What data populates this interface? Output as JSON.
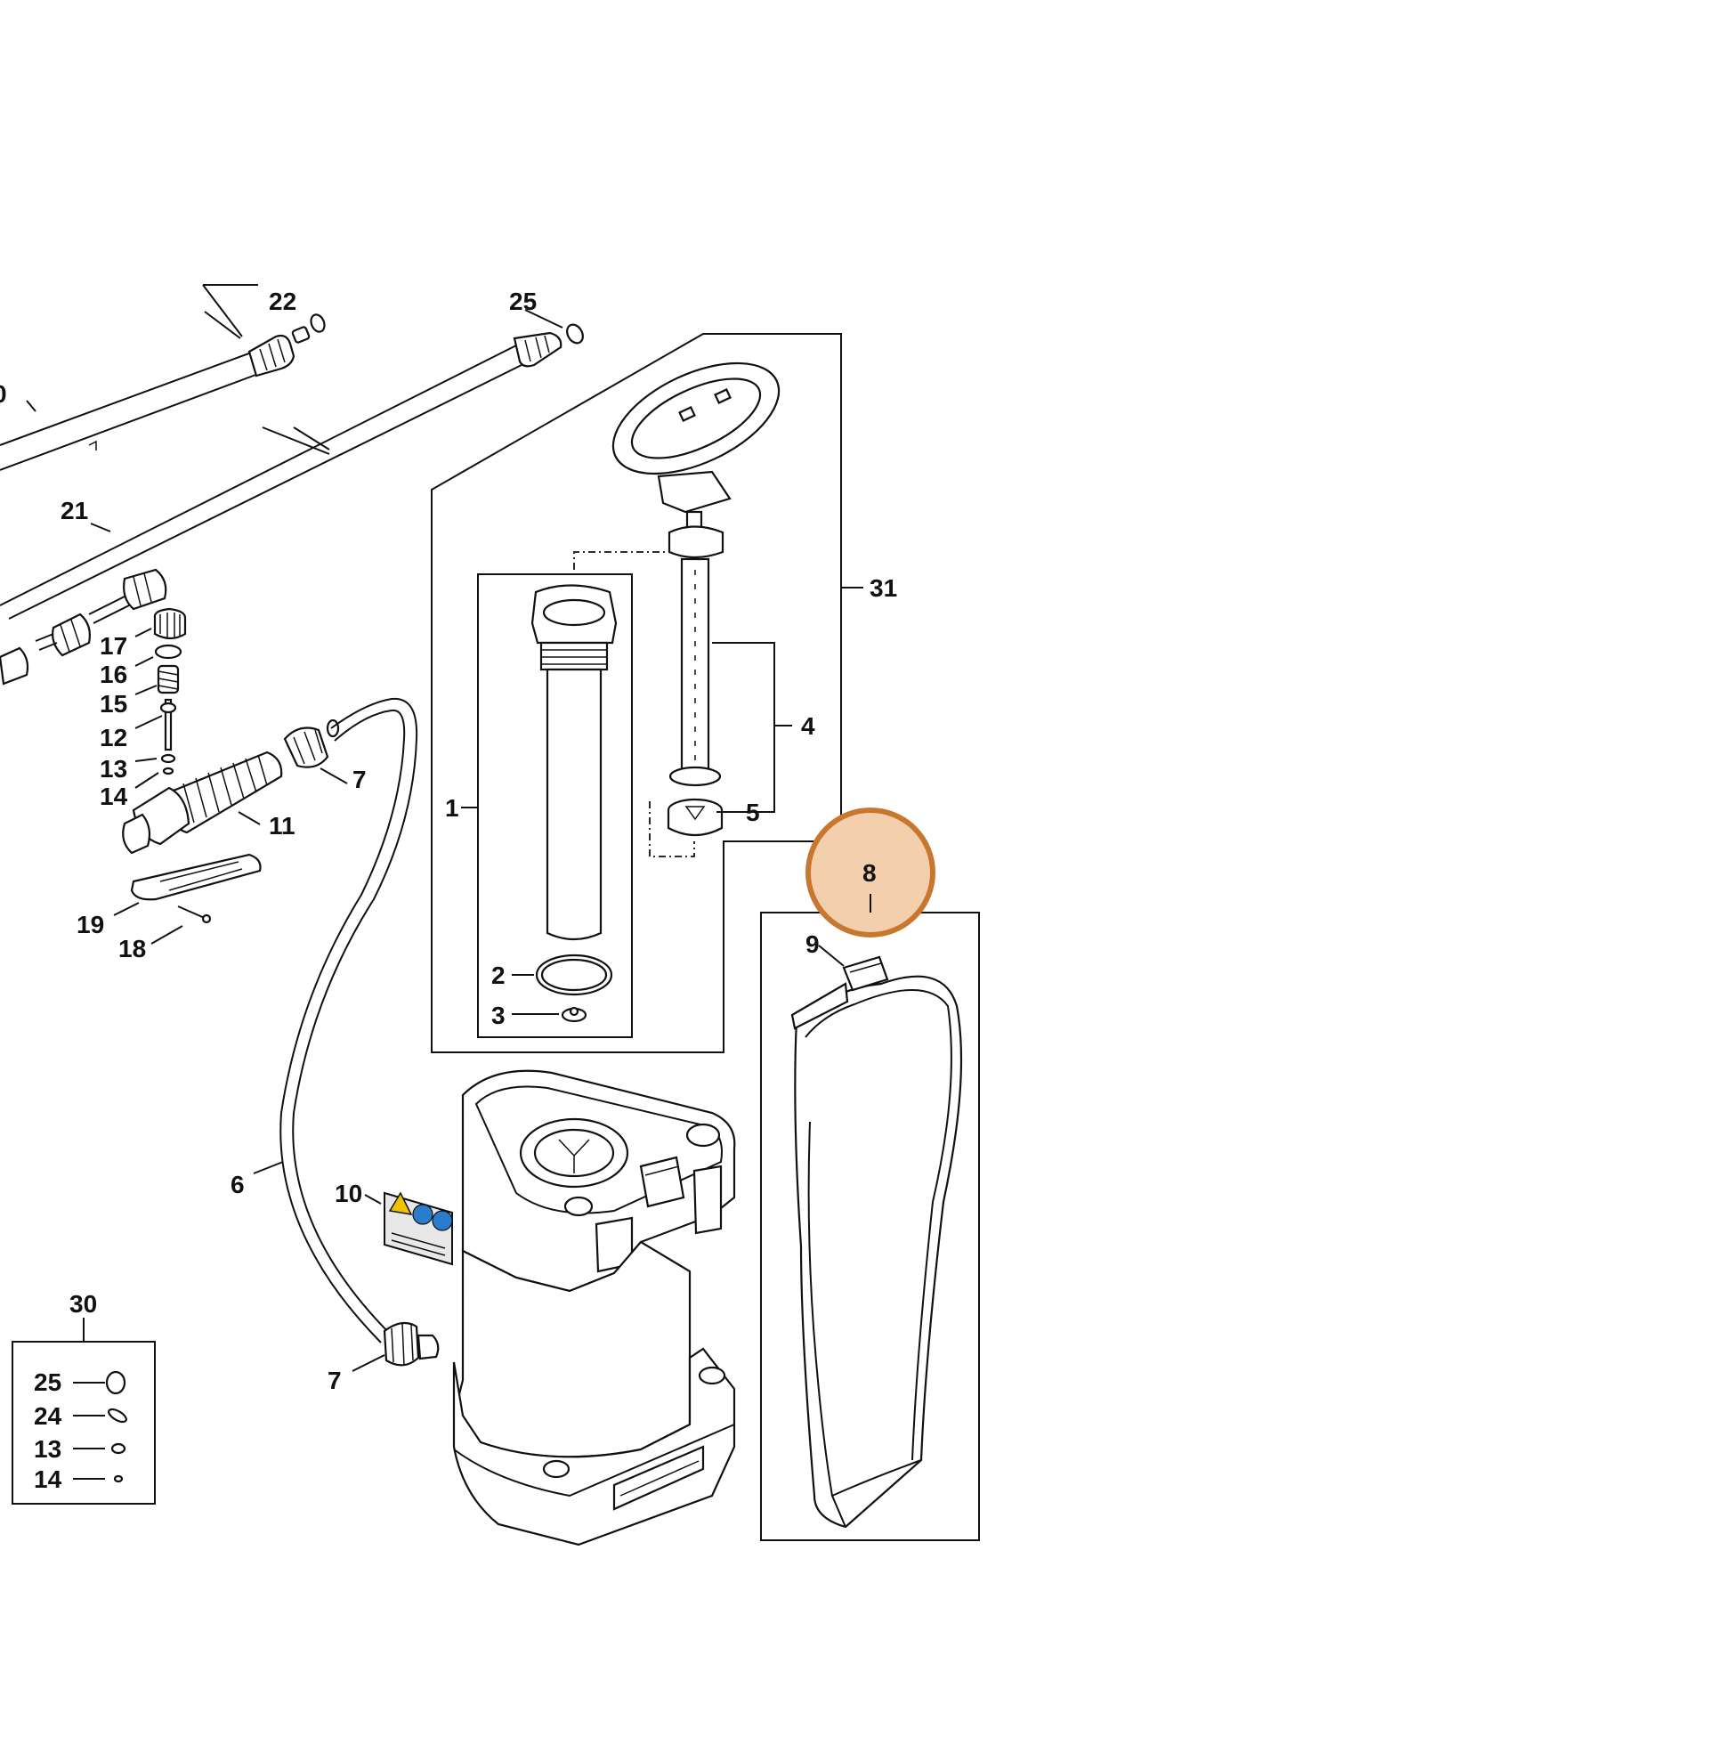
{
  "labels": {
    "l0": "0",
    "l1": "1",
    "l2": "2",
    "l3": "3",
    "l4": "4",
    "l5": "5",
    "l6": "6",
    "l7a": "7",
    "l7b": "7",
    "l8": "8",
    "l9": "9",
    "l10": "10",
    "l11": "11",
    "l12": "12",
    "l13": "13",
    "l14": "14",
    "l15": "15",
    "l16": "16",
    "l17": "17",
    "l18": "18",
    "l19": "19",
    "l21": "21",
    "l22": "22",
    "l25": "25",
    "l30": "30",
    "l31": "31",
    "kit25": "25",
    "kit24": "24",
    "kit13": "13",
    "kit14": "14"
  },
  "colors": {
    "highlight_fill": "#f3cfae",
    "highlight_stroke": "#c8772e",
    "warning_yellow": "#f2c200",
    "info_blue": "#2a7ccc"
  },
  "highlighted_part": "8"
}
